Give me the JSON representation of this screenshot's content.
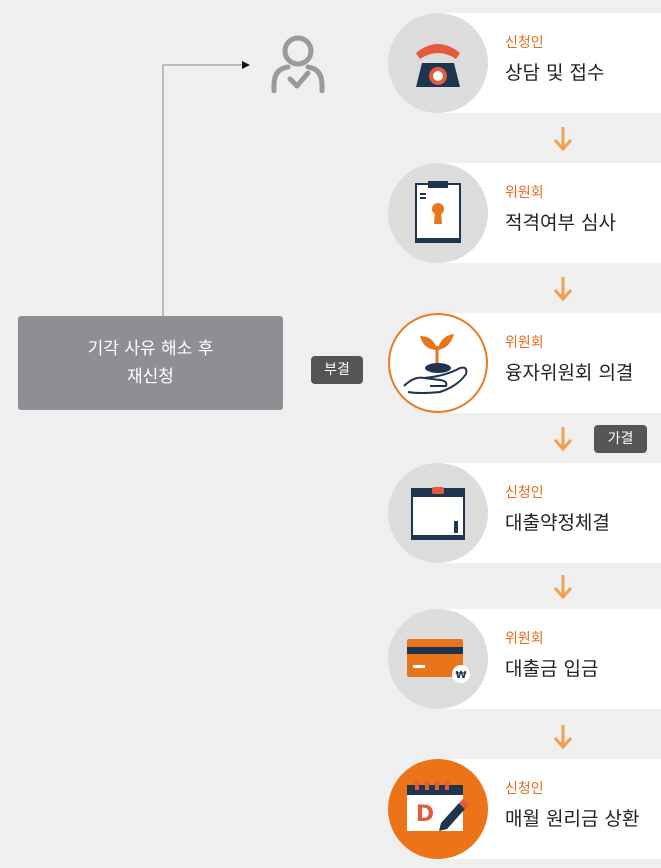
{
  "steps": [
    {
      "role": "신청인",
      "title": "상담 및 접수",
      "icon": "telephone-icon"
    },
    {
      "role": "위원회",
      "title": "적격여부 심사",
      "icon": "document-keyhole-icon"
    },
    {
      "role": "위원회",
      "title": "융자위원회 의결",
      "icon": "sprout-in-hand-icon"
    },
    {
      "role": "신청인",
      "title": "대출약정체결",
      "icon": "contract-box-icon"
    },
    {
      "role": "위원회",
      "title": "대출금 입금",
      "icon": "won-card-icon"
    },
    {
      "role": "신청인",
      "title": "매월 원리금 상환",
      "icon": "calendar-pen-icon"
    }
  ],
  "tags": {
    "rejected": "부결",
    "approved": "가결"
  },
  "retry": {
    "line1": "기각 사유 해소 후",
    "line2": "재신청"
  },
  "colors": {
    "accent": "#e86c1a",
    "arrow": "#f0a050",
    "background": "#efefef",
    "retry_box": "#8e8e94",
    "tag": "#555555"
  }
}
